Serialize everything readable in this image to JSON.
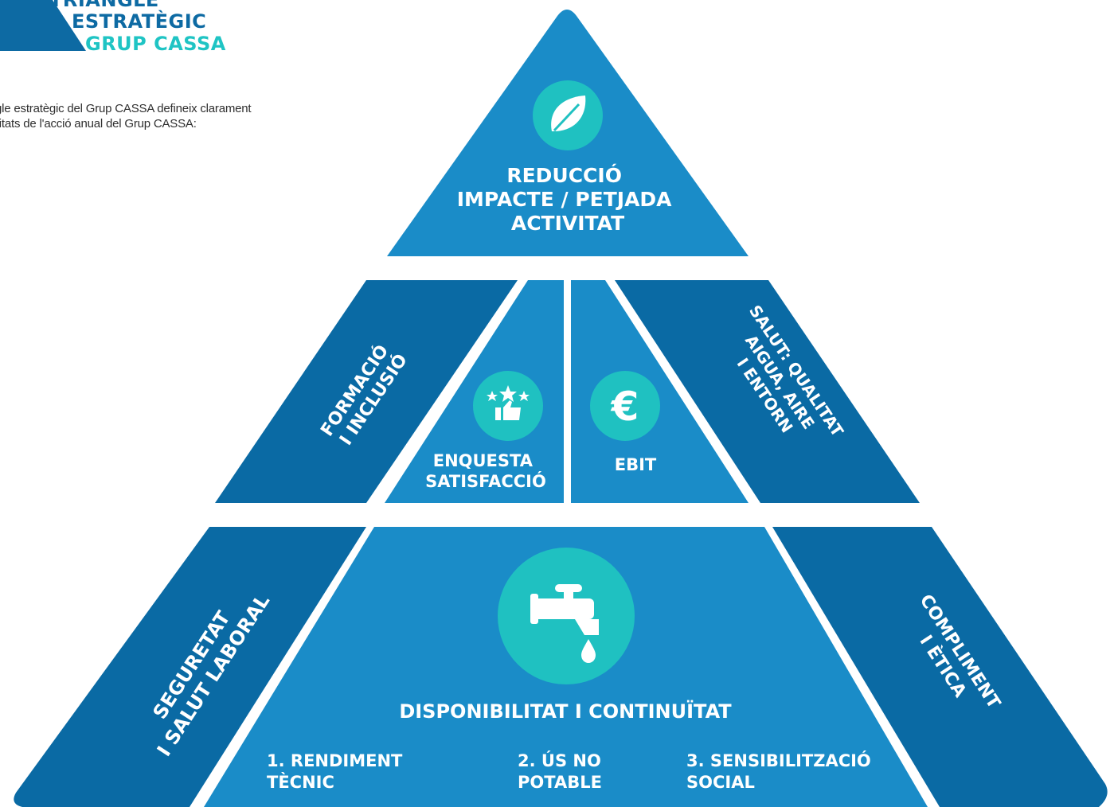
{
  "logo": {
    "line1": "TRIANGLE",
    "line2": "ESTRATÈGIC",
    "line3": "GRUP CASSA",
    "colors": {
      "dark": "#0d6aa3",
      "accent": "#1fc4c4"
    }
  },
  "intro": {
    "line1": "gle estratègic del Grup CASSA defineix clarament",
    "line2": "ritats de l'acció anual del Grup CASSA:"
  },
  "colors": {
    "primary": "#1a8cc8",
    "dark": "#0a6aa4",
    "icon_circle": "#1fc1c1",
    "text": "#ffffff"
  },
  "pyramid": {
    "top": {
      "icon": "leaf-icon",
      "lines": [
        "REDUCCIÓ",
        "IMPACTE / PETJADA",
        "ACTIVITAT"
      ]
    },
    "middle": {
      "left": {
        "lines": [
          "FORMACIÓ",
          "I INCLUSIÓ"
        ]
      },
      "center_left": {
        "icon": "stars-thumbs-up-icon",
        "lines": [
          "ENQUESTA",
          "SATISFACCIÓ"
        ]
      },
      "center_right": {
        "icon": "euro-icon",
        "symbol": "€",
        "lines": [
          "EBIT"
        ]
      },
      "right": {
        "lines": [
          "SALUT: QUALITAT",
          "AIGUA, AIRE",
          "I ENTORN"
        ]
      }
    },
    "bottom": {
      "left": {
        "lines": [
          "SEGURETAT",
          "I SALUT LABORAL"
        ]
      },
      "center": {
        "icon": "water-tap-icon",
        "title": "DISPONIBILITAT I CONTINUÏTAT",
        "items": [
          {
            "lines": [
              "1. RENDIMENT",
              "TÈCNIC"
            ]
          },
          {
            "lines": [
              "2. ÚS NO",
              "POTABLE"
            ]
          },
          {
            "lines": [
              "3. SENSIBILITZACIÓ",
              "SOCIAL"
            ]
          }
        ]
      },
      "right": {
        "lines": [
          "COMPLIMENT",
          "I ÈTICA"
        ]
      }
    }
  }
}
